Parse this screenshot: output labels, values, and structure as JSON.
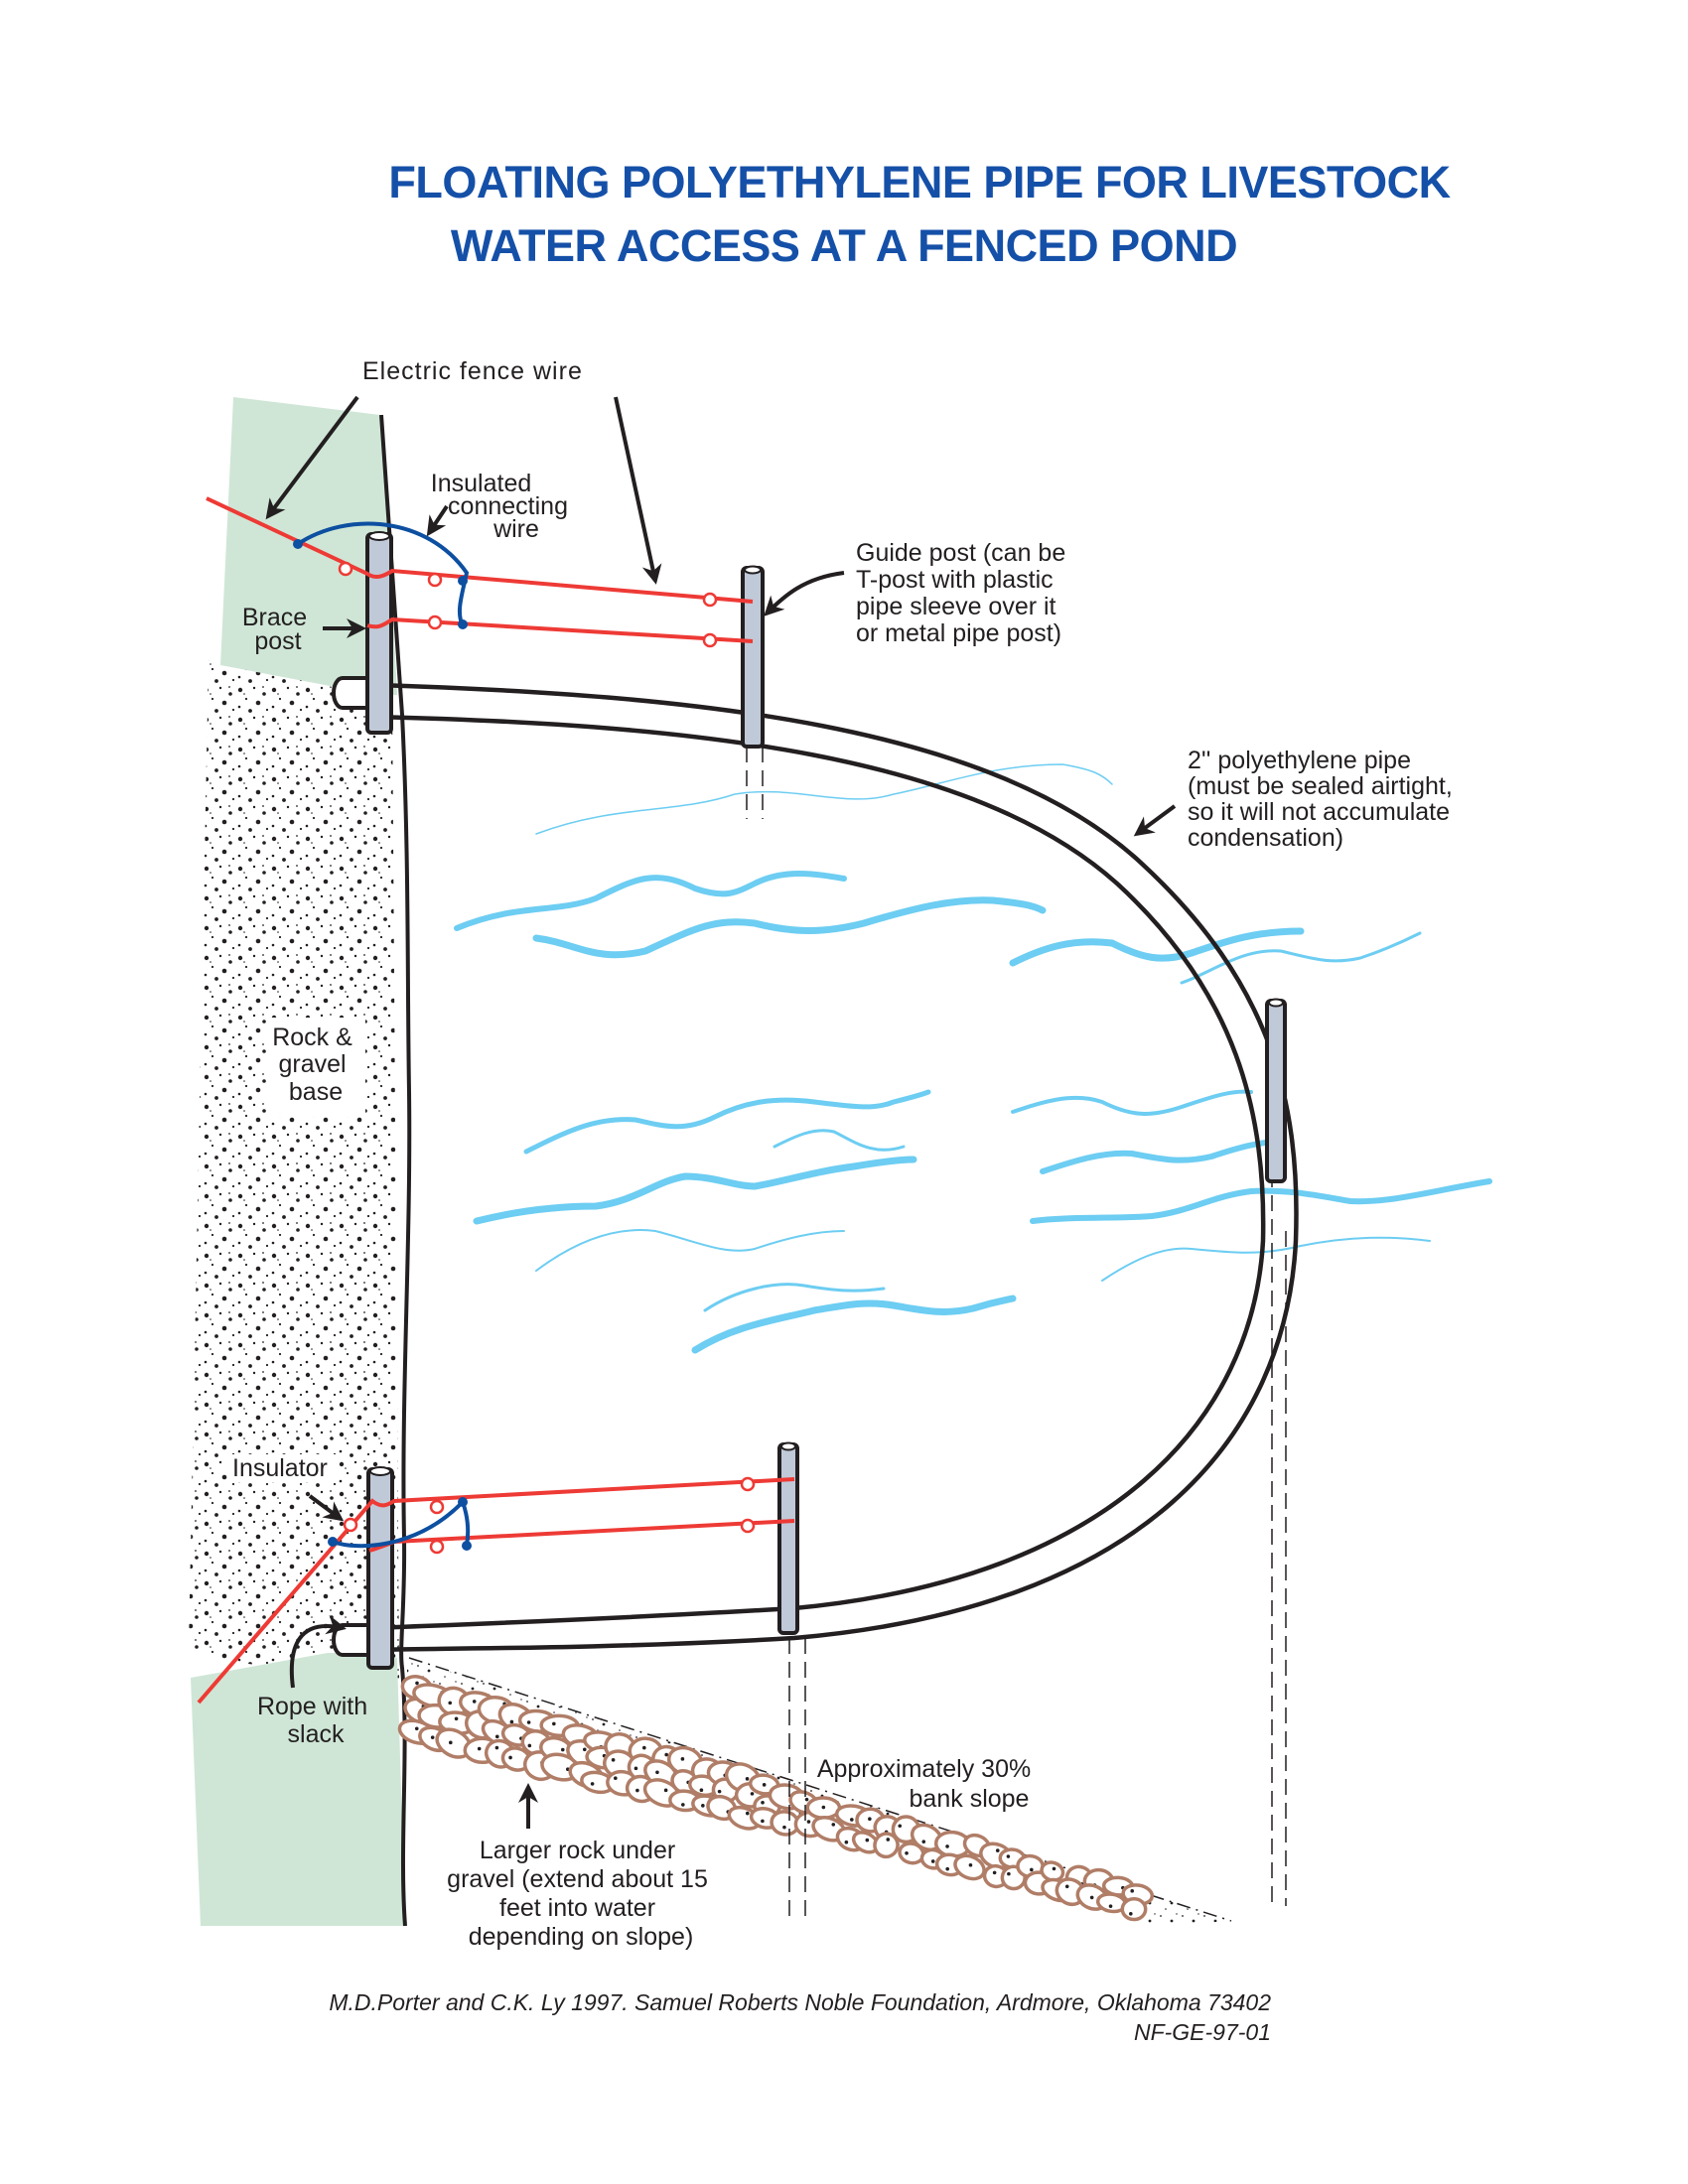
{
  "title": {
    "line1": "FLOATING POLYETHYLENE PIPE FOR LIVESTOCK",
    "line2": "WATER ACCESS AT A FENCED POND"
  },
  "colors": {
    "title": "#1550a8",
    "fence_wire": "#ee3a35",
    "connecting_wire": "#0d4fa0",
    "post_fill": "#c0c9d8",
    "grass": "#cfe6d6",
    "water": "#6dcdf2",
    "rock_outline": "#b07d67",
    "ink": "#231f20"
  },
  "labels": {
    "electric_fence_wire": "Electric fence wire",
    "insulated_connecting_wire": [
      "Insulated",
      "connecting",
      "wire"
    ],
    "brace_post": [
      "Brace",
      "post"
    ],
    "guide_post": [
      "Guide post (can be",
      "T-post with plastic",
      "pipe sleeve over it",
      "or metal pipe post)"
    ],
    "pipe": [
      "2'' polyethylene pipe",
      "(must be sealed airtight,",
      "so it will not accumulate",
      "condensation)"
    ],
    "rock_gravel_base": [
      "Rock &",
      "gravel",
      "base"
    ],
    "insulator": "Insulator",
    "rope_with_slack": [
      "Rope with",
      "slack"
    ],
    "bank_slope": [
      "Approximately 30%",
      "bank slope"
    ],
    "larger_rock": [
      "Larger rock under",
      "gravel (extend about 15",
      "feet into water",
      "depending on slope)"
    ]
  },
  "credit": {
    "line1": "M.D.Porter and C.K. Ly 1997. Samuel Roberts Noble Foundation, Ardmore, Oklahoma 73402",
    "line2": "NF-GE-97-01"
  }
}
